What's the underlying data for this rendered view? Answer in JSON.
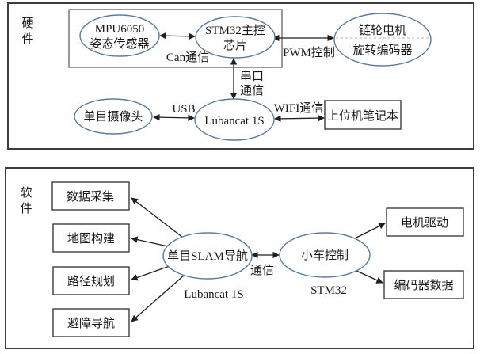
{
  "colors": {
    "ellipse_stroke": "#5b7b9e",
    "rect_stroke": "#3d3d3d",
    "arrow": "#1f1f1f",
    "dashed_divider": "#b3b3b3",
    "background": "#ffffff"
  },
  "hardware": {
    "section_label": "硬件",
    "nodes": {
      "mpu6050_line1": "MPU6050",
      "mpu6050_line2": "姿态传感器",
      "stm32_line1": "STM32主控",
      "stm32_line2": "芯片",
      "sprocket_line1": "链轮电机",
      "sprocket_line2": "旋转编码器",
      "camera": "单目摄像头",
      "lubancat": "Lubancat 1S",
      "laptop": "上位机笔记本"
    },
    "edge_labels": {
      "can": "Can通信",
      "pwm": "PWM控制",
      "serial": "串口通信",
      "usb": "USB",
      "wifi": "WIFI通信"
    }
  },
  "software": {
    "section_label": "软件",
    "nodes": {
      "slam": "单目SLAM导航",
      "slam_sub": "Lubancat 1S",
      "car": "小车控制",
      "car_sub": "STM32",
      "data_collection": "数据采集",
      "mapping": "地图构建",
      "path_planning": "路径规划",
      "obstacle_avoidance": "避障导航",
      "motor_drive": "电机驱动",
      "encoder_data": "编码器数据"
    },
    "edge_labels": {
      "comm": "通信"
    }
  }
}
